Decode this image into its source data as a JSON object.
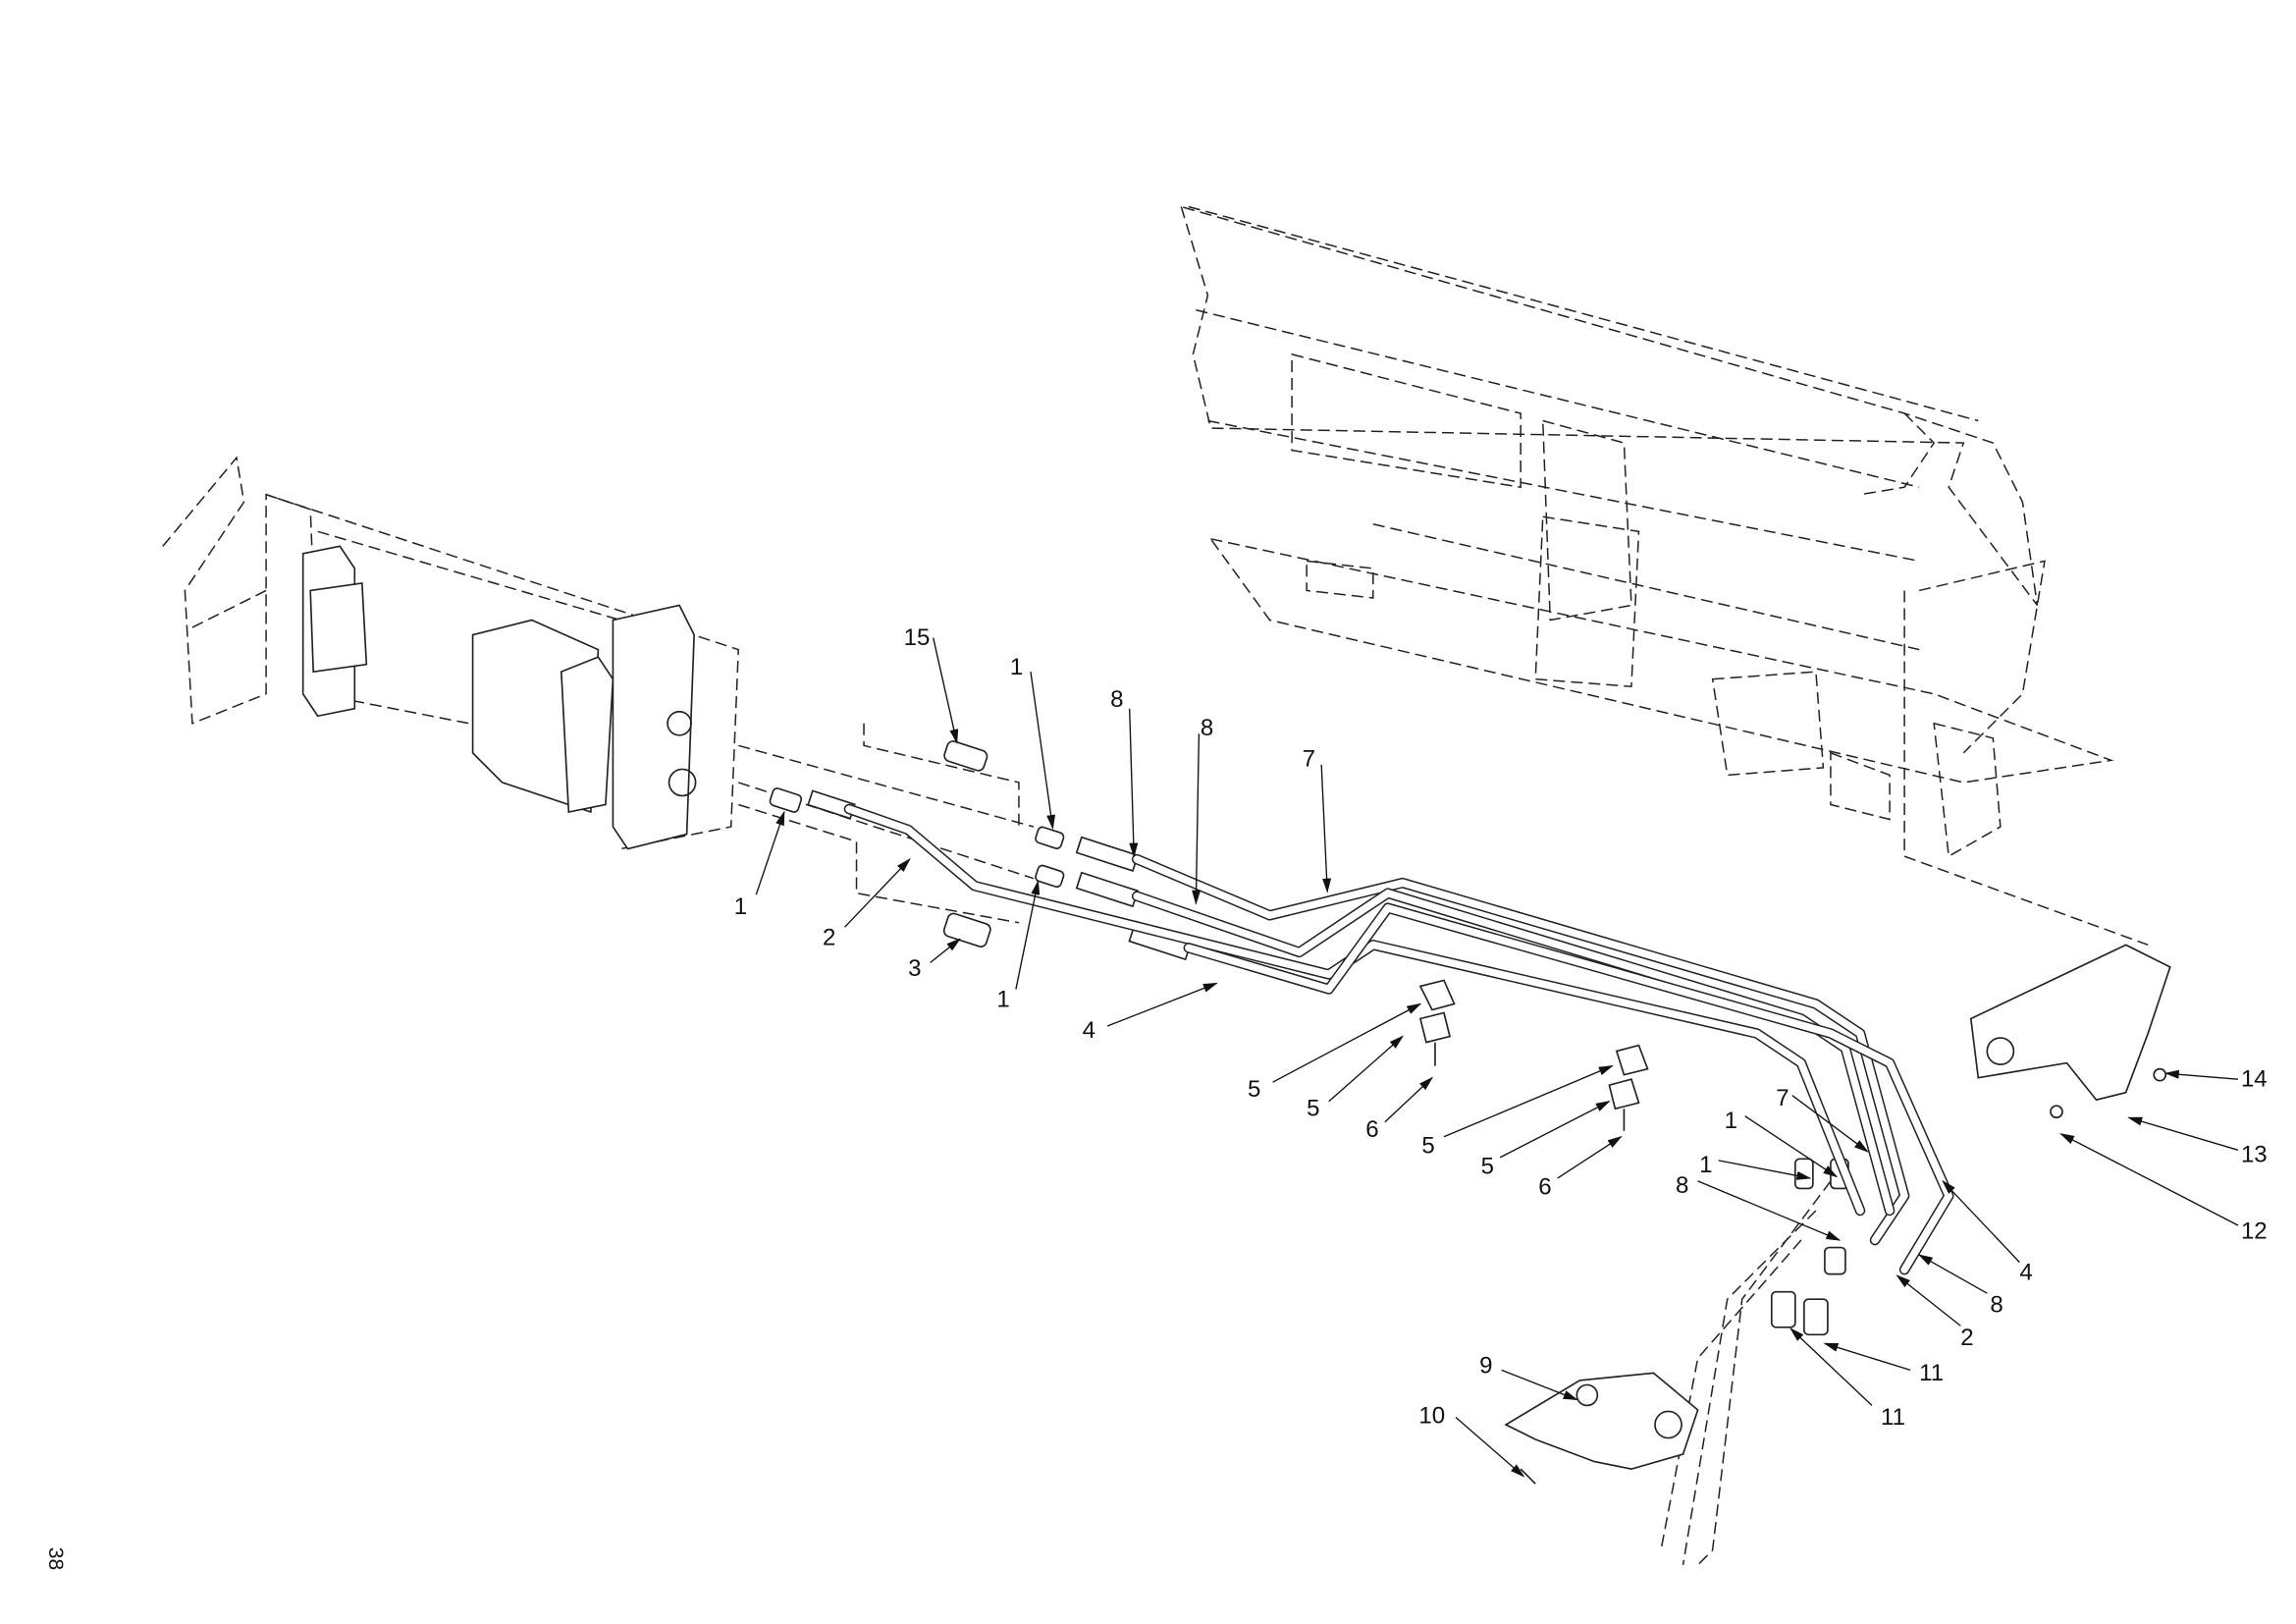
{
  "diagram": {
    "page_number": "38",
    "callouts": [
      "15",
      "1",
      "8",
      "8",
      "7",
      "1",
      "2",
      "3",
      "1",
      "4",
      "5",
      "5",
      "6",
      "5",
      "5",
      "6",
      "7",
      "1",
      "1",
      "8",
      "4",
      "8",
      "2",
      "11",
      "11",
      "9",
      "10",
      "14",
      "13",
      "12"
    ]
  }
}
